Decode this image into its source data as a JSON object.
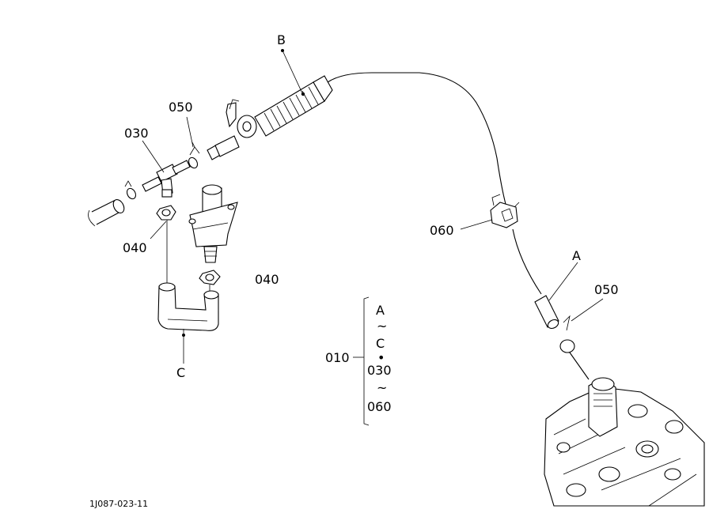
{
  "labels": {
    "B": "B",
    "A": "A",
    "C": "C",
    "p010": "010",
    "p030": "030",
    "p040_left": "040",
    "p040_mid": "040",
    "p050_top": "050",
    "p050_right": "050",
    "p060": "060",
    "range_A": "A",
    "range_tilde1": "~",
    "range_C": "C",
    "range_dot": "•",
    "range_030": "030",
    "range_tilde2": "~",
    "range_060": "060",
    "figure_code": "1J087-023-11"
  }
}
